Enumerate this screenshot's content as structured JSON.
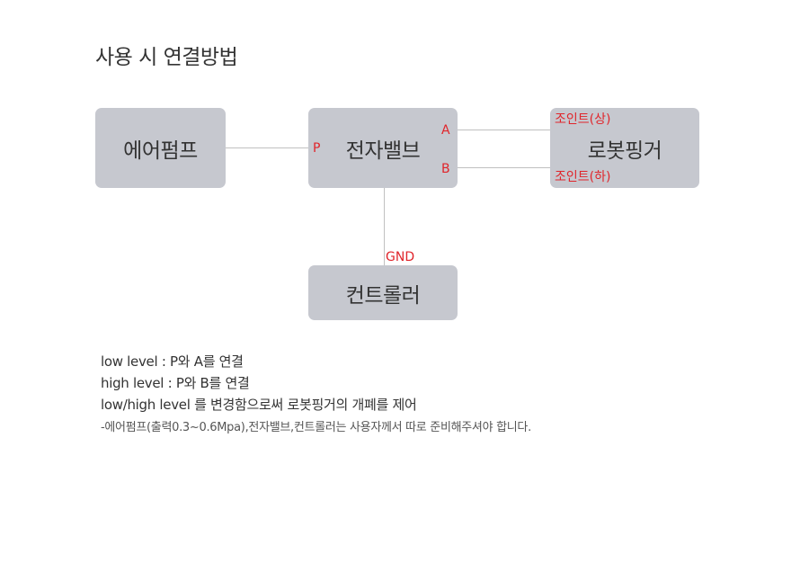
{
  "title": "사용 시 연결방법",
  "nodes": {
    "pump": "에어펌프",
    "valve": "전자밸브",
    "finger": "로봇핑거",
    "controller": "컨트롤러"
  },
  "ports": {
    "p": "P",
    "a": "A",
    "b": "B",
    "gnd": "GND",
    "joint_upper": "조인트(상)",
    "joint_lower": "조인트(하)"
  },
  "notes": [
    "low level : P와 A를 연결",
    "high level : P와 B를 연결",
    "low/high level 를 변경함으로써 로봇핑거의 개폐를 제어",
    "-에어펌프(출력0.3~0.6Mpa),전자밸브,컨트롤러는 사용자께서 따로 준비해주셔야 합니다."
  ],
  "colors": {
    "node_fill": "#c6c8cf",
    "line": "#c0c0c0",
    "port_label": "#e0252b",
    "text": "#333333"
  }
}
